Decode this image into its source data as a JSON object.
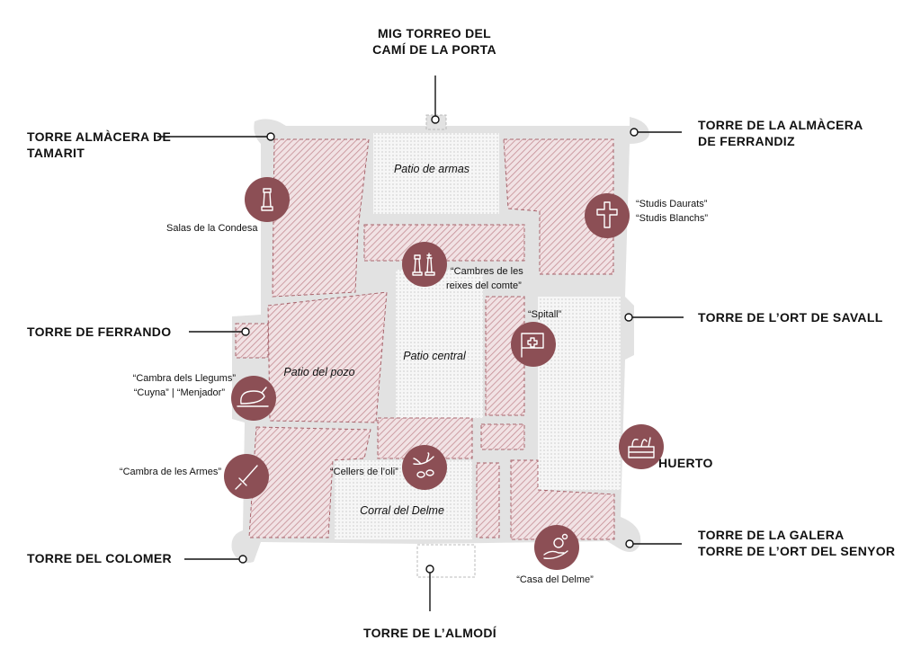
{
  "towers": {
    "top": [
      "MIG TORREO DEL",
      "CAMÍ DE LA PORTA"
    ],
    "top_left": [
      "TORRE ALMÀCERA DE",
      "TAMARIT"
    ],
    "top_right": [
      "TORRE DE LA ALMÀCERA",
      "DE FERRANDIZ"
    ],
    "ferrando": "TORRE DE FERRANDO",
    "savall": "TORRE DE L’ORT DE SAVALL",
    "huerto": "HUERTO",
    "colomer": "TORRE DEL COLOMER",
    "galera": [
      "TORRE DE LA GALERA",
      "TORRE DE L’ORT DEL SENYOR"
    ],
    "almodi": "TORRE DE L’ALMODÍ"
  },
  "patios": {
    "armas": "Patio de armas",
    "central": "Patio central",
    "pozo": "Patio del pozo",
    "corral": "Corral del Delme"
  },
  "rooms": {
    "condesa": "Salas de la Condesa",
    "studis": [
      "“Studis Daurats”",
      "“Studis Blanchs”"
    ],
    "cambres": [
      "“Cambres de les",
      "reixes del comte”"
    ],
    "spitall": "“Spitall”",
    "cuyna": [
      "“Cambra dels Llegums”",
      "“Cuyna” | “Menjador”"
    ],
    "armes": "“Cambra de les Armes”",
    "cellers": "“Cellers de l’oli”",
    "casa_delme": "“Casa del Delme”"
  },
  "colors": {
    "accent": "#8c4f55",
    "hatch": "#c48d94",
    "wall": "#e2e2e2"
  }
}
